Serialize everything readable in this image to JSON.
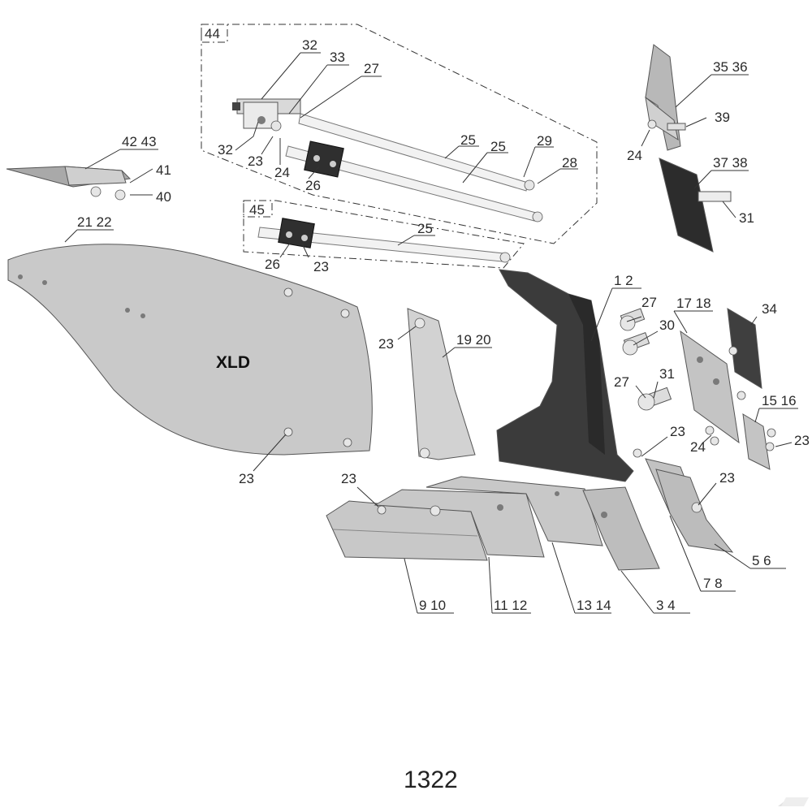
{
  "diagram": {
    "figure_number": "1322",
    "model_label": "XLD",
    "assembly_labels": {
      "kit_44": "44",
      "kit_45": "45"
    },
    "labels": {
      "l32a": "32",
      "l33": "33",
      "l27a": "27",
      "l32b": "32",
      "l23a": "23",
      "l24a": "24",
      "l25a": "25",
      "l25b": "25",
      "l29": "29",
      "l28": "28",
      "l26a": "26",
      "l25c": "25",
      "l26b": "26",
      "l23b": "23",
      "l4243": "42 43",
      "l41": "41",
      "l40": "40",
      "l2122": "21 22",
      "l3536": "35 36",
      "l39": "39",
      "l24b": "24",
      "l3738": "37 38",
      "l31a": "31",
      "l12": "1 2",
      "l27b": "27",
      "l30": "30",
      "l27c": "27",
      "l31b": "31",
      "l1718": "17 18",
      "l34": "34",
      "l1516": "15 16",
      "l23c": "23",
      "l24c": "24",
      "l23d": "23",
      "l23e": "23",
      "l1920": "19 20",
      "l23f": "23",
      "l23g": "23",
      "l23h": "23",
      "l56": "5  6",
      "l78": "7  8",
      "l34b": "3  4",
      "l1314": "13 14",
      "l1112": "11 12",
      "l910": "9  10"
    }
  }
}
